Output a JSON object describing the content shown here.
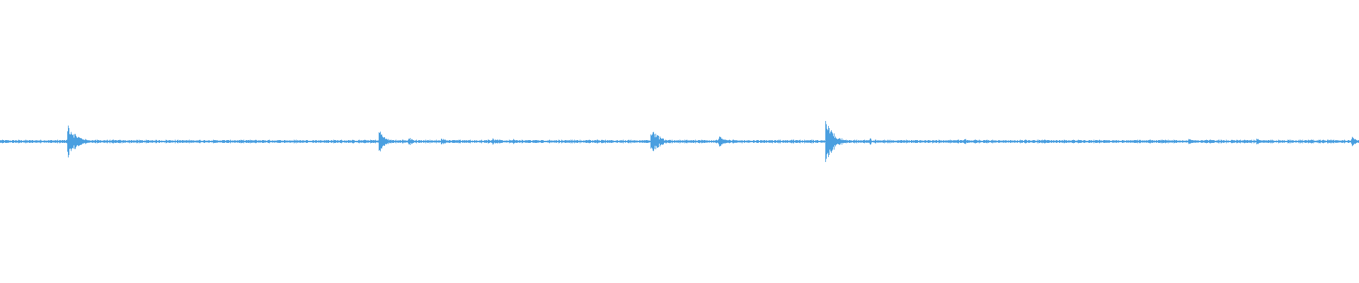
{
  "waveform": {
    "color": "#4a9fe0",
    "background": "#ffffff",
    "baseline_fraction": 0.5,
    "noise_amplitude": 0.004,
    "transients": [
      {
        "position": 0.05,
        "amplitude": 0.07,
        "decay": 0.006
      },
      {
        "position": 0.279,
        "amplitude": 0.045,
        "decay": 0.004
      },
      {
        "position": 0.301,
        "amplitude": 0.015,
        "decay": 0.003
      },
      {
        "position": 0.325,
        "amplitude": 0.012,
        "decay": 0.003
      },
      {
        "position": 0.363,
        "amplitude": 0.012,
        "decay": 0.003
      },
      {
        "position": 0.378,
        "amplitude": 0.01,
        "decay": 0.003
      },
      {
        "position": 0.479,
        "amplitude": 0.05,
        "decay": 0.006
      },
      {
        "position": 0.529,
        "amplitude": 0.025,
        "decay": 0.004
      },
      {
        "position": 0.608,
        "amplitude": 0.075,
        "decay": 0.006
      },
      {
        "position": 0.64,
        "amplitude": 0.012,
        "decay": 0.003
      },
      {
        "position": 0.71,
        "amplitude": 0.01,
        "decay": 0.003
      },
      {
        "position": 0.875,
        "amplitude": 0.01,
        "decay": 0.003
      },
      {
        "position": 0.925,
        "amplitude": 0.012,
        "decay": 0.003
      },
      {
        "position": 0.995,
        "amplitude": 0.018,
        "decay": 0.003
      }
    ]
  }
}
